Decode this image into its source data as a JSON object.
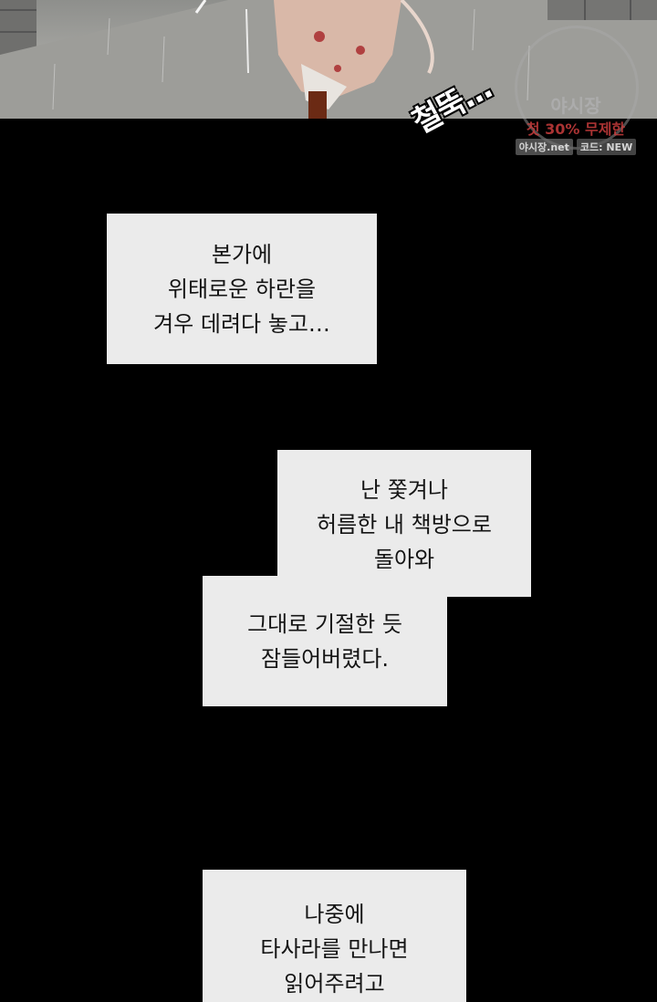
{
  "panel_top": {
    "sfx_text": "철뚝...",
    "watermark": {
      "title": "야시장",
      "promo": "첫 30% 무제한",
      "site": "야시장.net",
      "code": "코드: NEW"
    }
  },
  "captions": [
    {
      "text": "본가에\n위태로운 하란을\n겨우 데려다 놓고…"
    },
    {
      "text": "난 쫓겨나\n허름한 내 책방으로\n돌아와"
    },
    {
      "text": "그대로 기절한 듯\n잠들어버렸다."
    },
    {
      "text": "나중에\n타사라를 만나면\n읽어주려고"
    }
  ],
  "colors": {
    "background": "#000000",
    "caption_box": "#ebebeb",
    "caption_text": "#141414"
  }
}
